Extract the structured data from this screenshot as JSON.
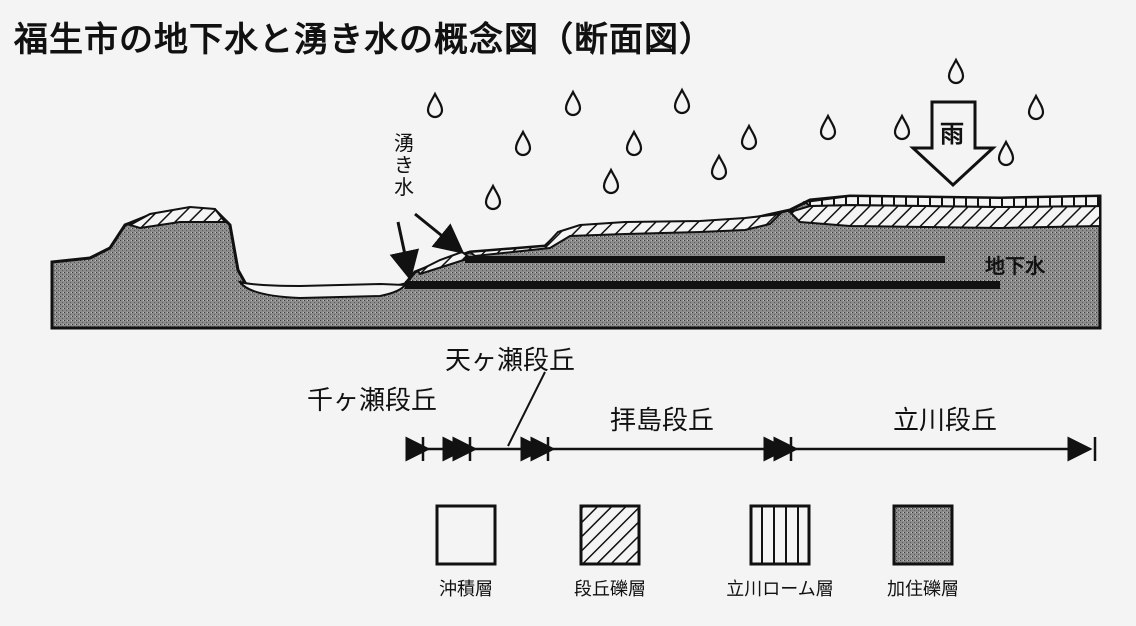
{
  "title": "福生市の地下水と湧き水の概念図（断面図）",
  "labels": {
    "spring": "湧き水",
    "rain": "雨",
    "groundwater": "地下水"
  },
  "terraces": [
    {
      "name": "千ヶ瀬段丘"
    },
    {
      "name": "天ヶ瀬段丘"
    },
    {
      "name": "拝島段丘"
    },
    {
      "name": "立川段丘"
    }
  ],
  "legend": [
    {
      "label": "沖積層",
      "pattern": "blank"
    },
    {
      "label": "段丘礫層",
      "pattern": "diagonal-hatch"
    },
    {
      "label": "立川ローム層",
      "pattern": "vertical-lines"
    },
    {
      "label": "加住礫層",
      "pattern": "stipple"
    }
  ],
  "colors": {
    "ink": "#111111",
    "paper": "#f4f4f4",
    "stipple": "#8c8c8c"
  }
}
